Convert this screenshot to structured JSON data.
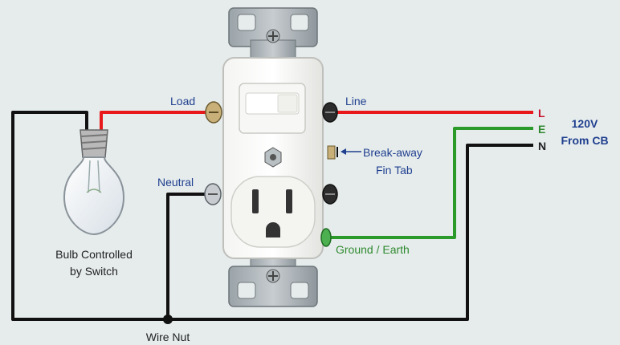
{
  "labels": {
    "load": "Load",
    "line": "Line",
    "neutral": "Neutral",
    "breakaway_line1": "Break-away",
    "breakaway_line2": "Fin Tab",
    "ground": "Ground / Earth",
    "bulb_line1": "Bulb Controlled",
    "bulb_line2": "by Switch",
    "wire_nut": "Wire Nut",
    "term_l": "L",
    "term_e": "E",
    "term_n": "N",
    "supply_line1": "120V",
    "supply_line2": "From CB"
  },
  "colors": {
    "hot_wire": "#e8191b",
    "ground_wire": "#2a9b2a",
    "neutral_wire": "#111111",
    "label_blue": "#1f3f8f"
  }
}
